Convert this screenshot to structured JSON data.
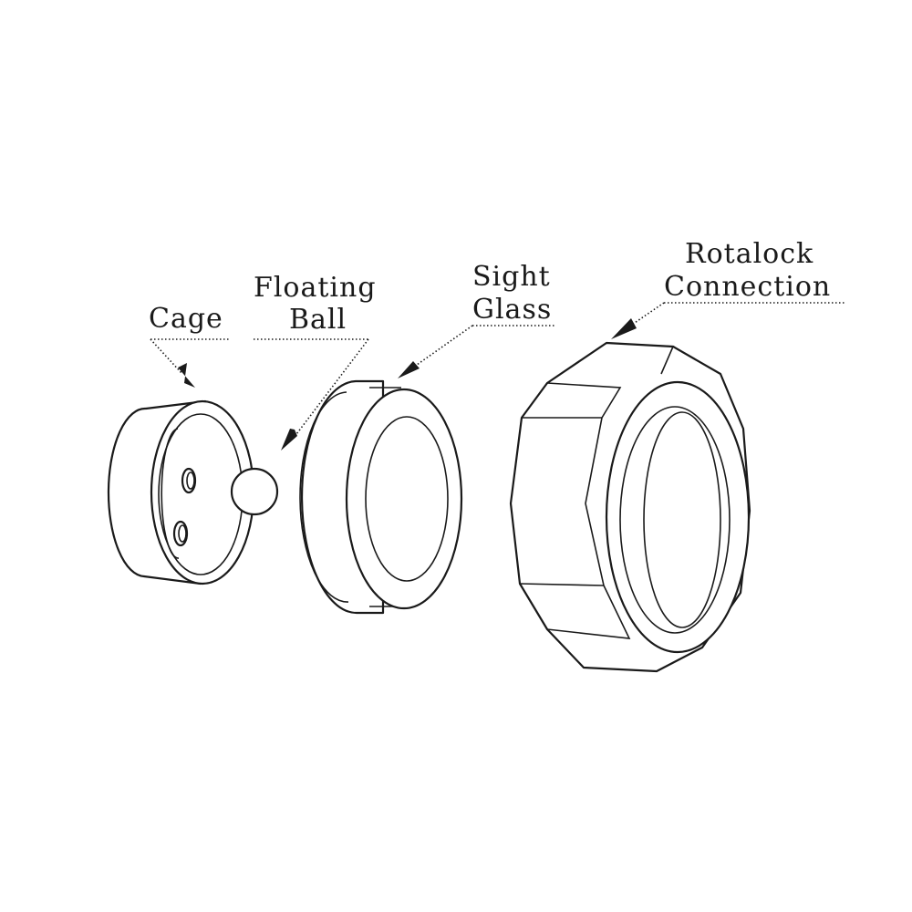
{
  "labels": {
    "cage": "Cage",
    "floating_ball_line1": "Floating",
    "floating_ball_line2": "Ball",
    "sight_glass_line1": "Sight",
    "sight_glass_line2": "Glass",
    "rotalock_line1": "Rotalock",
    "rotalock_line2": "Connection"
  },
  "colors": {
    "line": "#1a1a1a",
    "background": "#ffffff"
  }
}
